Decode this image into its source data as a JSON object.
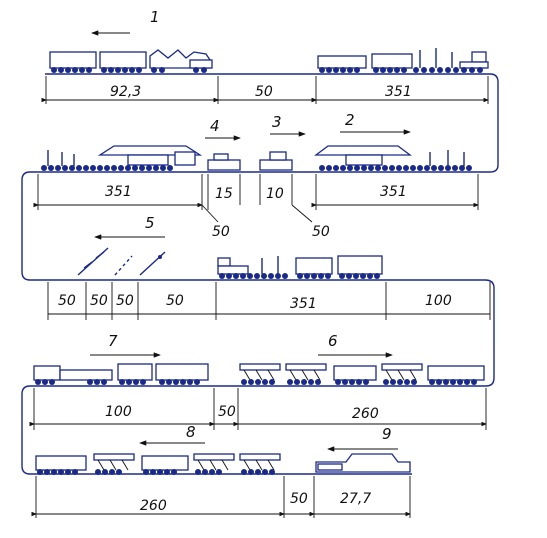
{
  "colors": {
    "line": "#1a2a8a",
    "text": "#111111",
    "accent": "#2a8a4a"
  },
  "labels": [
    "1",
    "2",
    "3",
    "4",
    "5",
    "6",
    "7",
    "8",
    "9"
  ],
  "dimensions": {
    "row1": [
      "92,3",
      "50",
      "351"
    ],
    "row2": [
      "351",
      "15",
      "10",
      "351",
      "50",
      "50"
    ],
    "row3": [
      "50",
      "50",
      "50",
      "50",
      "351",
      "100"
    ],
    "row4": [
      "100",
      "50",
      "260"
    ],
    "row5": [
      "260",
      "50",
      "27,7"
    ]
  }
}
